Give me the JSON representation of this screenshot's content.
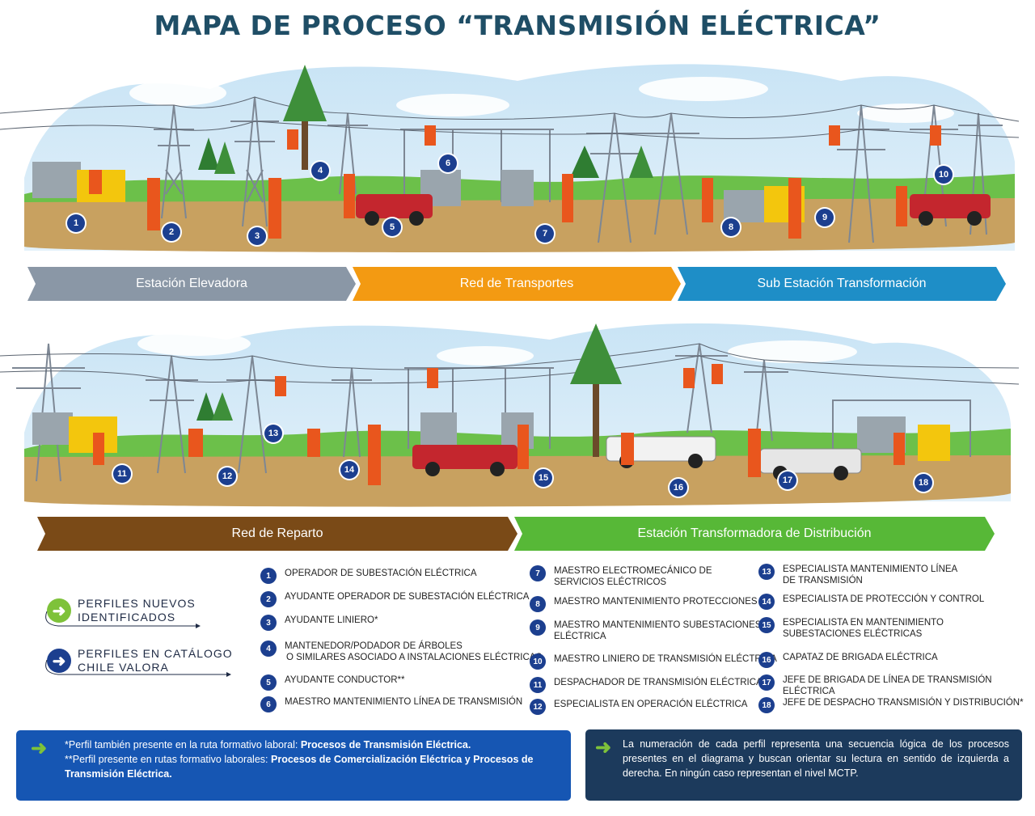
{
  "title": "MAPA DE PROCESO “TRANSMISIÓN ELÉCTRICA”",
  "colors": {
    "title": "#1f4e66",
    "badge": "#1c3f8f",
    "stage_gray": "#8a97a6",
    "stage_orange": "#f39a12",
    "stage_blue": "#1e8ec7",
    "stage_brown": "#7a4a17",
    "stage_green": "#57b837",
    "note_blue": "#1656b3",
    "note_navy": "#1c3a5c",
    "arrow_green": "#7ec23a"
  },
  "stages_top": [
    {
      "label": "Estación Elevadora",
      "color": "#8a97a6"
    },
    {
      "label": "Red de Transportes",
      "color": "#f39a12"
    },
    {
      "label": "Sub Estación Transformación",
      "color": "#1e8ec7"
    }
  ],
  "stages_bottom": [
    {
      "label": "Red de Reparto",
      "color": "#7a4a17"
    },
    {
      "label": "Estación Transformadora de Distribución",
      "color": "#57b837"
    }
  ],
  "badges_top": [
    "1",
    "2",
    "3",
    "4",
    "5",
    "6",
    "7",
    "8",
    "9",
    "10"
  ],
  "badges_bottom": [
    "11",
    "12",
    "13",
    "14",
    "15",
    "16",
    "17",
    "18"
  ],
  "profile_keys": {
    "new": {
      "line1": "PERFILES NUEVOS",
      "line2": "IDENTIFICADOS",
      "icon": "arrow-right-icon"
    },
    "catalog": {
      "line1": "PERFILES EN CATÁLOGO",
      "line2": "CHILE VALORA",
      "icon": "arrow-right-icon"
    }
  },
  "legend": [
    {
      "n": "1",
      "text": "OPERADOR DE SUBESTACIÓN ELÉCTRICA"
    },
    {
      "n": "2",
      "text": "AYUDANTE OPERADOR DE SUBESTACIÓN ELÉCTRICA"
    },
    {
      "n": "3",
      "text": "AYUDANTE LINIERO*"
    },
    {
      "n": "4",
      "text": "MANTENEDOR/PODADOR DE ÁRBOLES",
      "text2": "O SIMILARES ASOCIADO A INSTALACIONES ELÉCTRICAS"
    },
    {
      "n": "5",
      "text": "AYUDANTE CONDUCTOR**"
    },
    {
      "n": "6",
      "text": "MAESTRO MANTENIMIENTO LÍNEA DE TRANSMISIÓN"
    },
    {
      "n": "7",
      "text": "MAESTRO ELECTROMECÁNICO DE",
      "text2": "SERVICIOS ELÉCTRICOS"
    },
    {
      "n": "8",
      "text": "MAESTRO MANTENIMIENTO PROTECCIONES"
    },
    {
      "n": "9",
      "text": "MAESTRO MANTENIMIENTO SUBESTACIONES",
      "text2": "ELÉCTRICA"
    },
    {
      "n": "10",
      "text": "MAESTRO LINIERO DE TRANSMISIÓN ELÉCTRICA"
    },
    {
      "n": "11",
      "text": "DESPACHADOR DE TRANSMISIÓN ELÉCTRICA"
    },
    {
      "n": "12",
      "text": "ESPECIALISTA EN OPERACIÓN ELÉCTRICA"
    },
    {
      "n": "13",
      "text": "ESPECIALISTA MANTENIMIENTO LÍNEA",
      "text2": "DE TRANSMISIÓN"
    },
    {
      "n": "14",
      "text": "ESPECIALISTA DE PROTECCIÓN Y CONTROL"
    },
    {
      "n": "15",
      "text": "ESPECIALISTA EN MANTENIMIENTO",
      "text2": "SUBESTACIONES ELÉCTRICAS"
    },
    {
      "n": "16",
      "text": "CAPATAZ DE BRIGADA ELÉCTRICA"
    },
    {
      "n": "17",
      "text": "JEFE DE BRIGADA DE LÍNEA DE TRANSMISIÓN ELÉCTRICA"
    },
    {
      "n": "18",
      "text": "JEFE DE DESPACHO TRANSMISIÓN Y DISTRIBUCIÓN*"
    }
  ],
  "note_left": {
    "line1_plain": "*Perfil también presente en la ruta formativo laboral: ",
    "line1_bold": "Procesos de Transmisión Eléctrica.",
    "line2_plain": "**Perfil presente en rutas formativo laborales: ",
    "line2_bold": "Procesos de Comercialización Eléctrica y Procesos de Transmisión Eléctrica."
  },
  "note_right": {
    "text": "La numeración de cada perfil representa una secuencia lógica de los procesos presentes en el diagrama y buscan orientar su lectura en sentido de izquierda a derecha. En ningún caso representan el nivel MCTP."
  }
}
